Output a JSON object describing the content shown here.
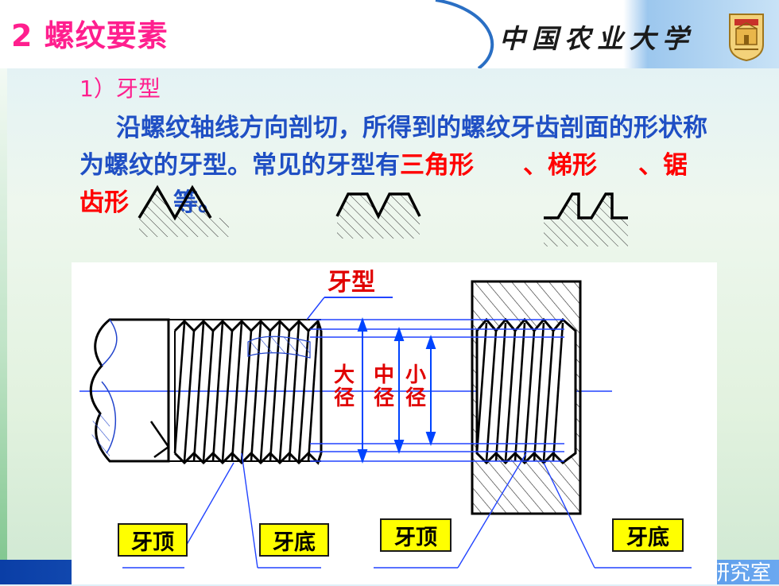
{
  "header": {
    "title": "2  螺纹要素",
    "brand": "中国农业大学"
  },
  "section": {
    "subheading": "1）牙型",
    "paragraph_lead": "沿螺纹轴线方向剖切，所得到的螺纹牙齿剖面的形状称为螺纹的牙型。常见的牙型有",
    "type_1": "三角形",
    "type_2": "、梯形",
    "type_3": "、锯齿形",
    "paragraph_tail": "等。"
  },
  "diagram": {
    "thread_profile_label": "牙型",
    "major_diameter": "大径",
    "pitch_diameter": "中径",
    "minor_diameter": "小径",
    "callouts": [
      "牙顶",
      "牙底",
      "牙顶",
      "牙底"
    ]
  },
  "footer": {
    "text": "研究室"
  },
  "colors": {
    "title": "#ff1f8e",
    "body_text": "#1f4fc4",
    "highlight": "#ff0000",
    "callout_fill": "#ffff00",
    "dimension_line": "#0044ff",
    "footer_band": "#1a56c2"
  }
}
